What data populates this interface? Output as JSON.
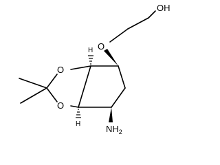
{
  "molecule": {
    "atoms": [
      {
        "id": "oh",
        "symbol": "OH"
      },
      {
        "id": "o_ether",
        "symbol": "O"
      },
      {
        "id": "o_ring_top",
        "symbol": "O"
      },
      {
        "id": "o_ring_bottom",
        "symbol": "O"
      },
      {
        "id": "h_top",
        "symbol": "H"
      },
      {
        "id": "h_bottom",
        "symbol": "H"
      },
      {
        "id": "nh2",
        "symbol": "NH",
        "subscript": "2"
      }
    ]
  }
}
